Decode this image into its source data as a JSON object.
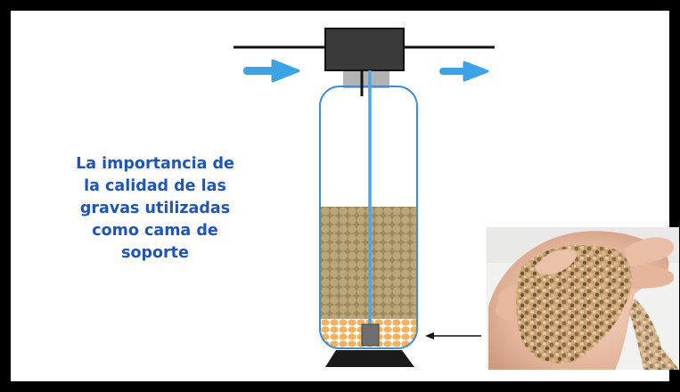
{
  "headline": {
    "lines": [
      "La importancia de",
      "la calidad de las",
      "gravas utilizadas",
      "como cama de",
      "soporte"
    ]
  },
  "colors": {
    "frame": "#000000",
    "headline_text": "#1f56b4",
    "flow_arrow": "#3ba3e6",
    "vessel_outline": "#3b8fd6",
    "riser_tube": "#4aa8e8",
    "control_valve": "#3a3a3a",
    "valve_neck": "#b3b3b3",
    "filter_media": "#bba679",
    "support_gravel": "#f4b15e",
    "base_stand": "#1a1a1a",
    "strainer": "#6e6e6e"
  },
  "icons": {
    "inlet": "arrow-right-icon",
    "outlet": "arrow-right-icon",
    "photo": "gravel-in-hand-photo"
  }
}
